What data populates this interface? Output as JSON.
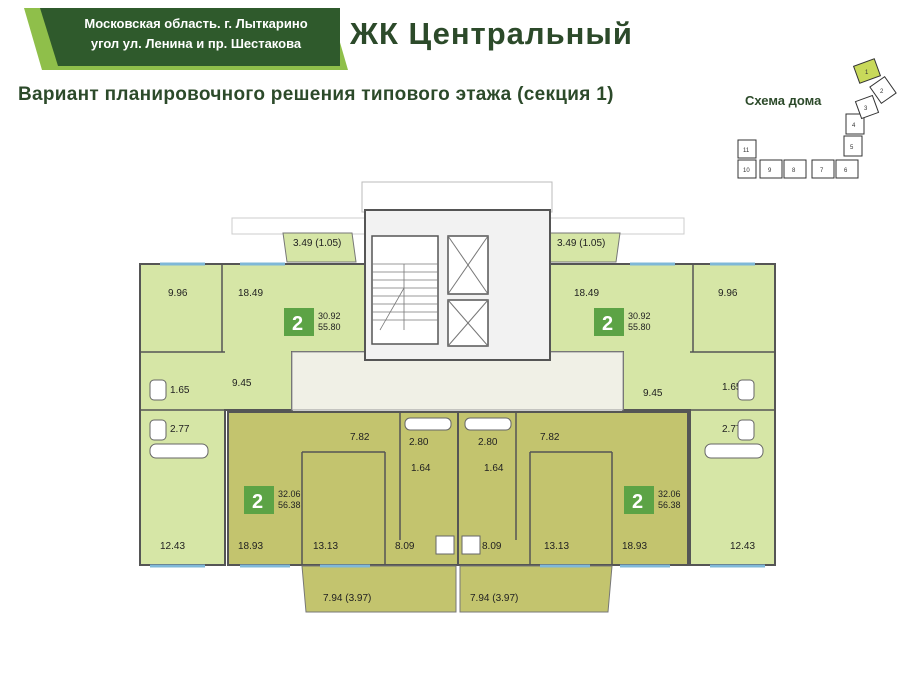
{
  "header": {
    "address_line1": "Московская область. г. Лыткарино",
    "address_line2": "угол ул. Ленина и пр. Шестакова",
    "title": "ЖК Центральный"
  },
  "subtitle": "Вариант планировочного решения типового этажа (секция 1)",
  "scheme": {
    "label": "Схема дома",
    "sections": [
      "1",
      "2",
      "3",
      "4",
      "5",
      "6",
      "7",
      "8",
      "9",
      "10",
      "11"
    ]
  },
  "colors": {
    "brand_green": "#2f5a2c",
    "accent_green": "#8fbf4a",
    "light_apartment": "#d6e6a6",
    "dark_apartment": "#c3c46e",
    "badge_green": "#5ca345",
    "stairs_bg": "#f2f2f2"
  },
  "apartments": {
    "top_left": {
      "rooms": "2",
      "living": "30.92",
      "total": "55.80",
      "area_kitchen": "9.96",
      "area_room": "18.49",
      "area_hall": "9.45",
      "area_wc": "1.65",
      "area_bath": "2.77",
      "area_bedroom": "12.43",
      "area_loggia": "3.49 (1.05)"
    },
    "top_right": {
      "rooms": "2",
      "living": "30.92",
      "total": "55.80",
      "area_kitchen": "9.96",
      "area_room": "18.49",
      "area_hall": "9.45",
      "area_wc": "1.65",
      "area_bath": "2.77",
      "area_bedroom": "12.43",
      "area_loggia": "3.49 (1.05)"
    },
    "bottom_left": {
      "rooms": "2",
      "living": "32.06",
      "total": "56.38",
      "area_hall": "7.82",
      "area_bath": "2.80",
      "area_wc": "1.64",
      "area_room": "18.93",
      "area_bedroom": "13.13",
      "area_kitchen": "8.09",
      "area_loggia": "7.94 (3.97)"
    },
    "bottom_right": {
      "rooms": "2",
      "living": "32.06",
      "total": "56.38",
      "area_hall": "7.82",
      "area_bath": "2.80",
      "area_wc": "1.64",
      "area_room": "18.93",
      "area_bedroom": "13.13",
      "area_kitchen": "8.09",
      "area_loggia": "7.94 (3.97)"
    }
  }
}
